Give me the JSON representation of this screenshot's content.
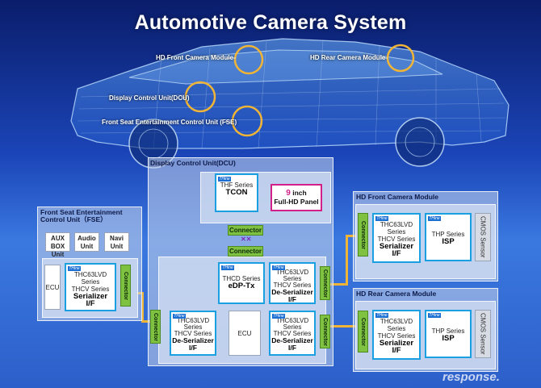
{
  "title": "Automotive Camera System",
  "car_labels": {
    "hd_front": "HD Front Camera Module",
    "hd_rear": "HD Rear Camera Module",
    "dcu": "Display Control Unit(DCU)",
    "fse": "Front Seat Entertainment Control Unit (FSE)"
  },
  "dcu_panel": {
    "title": "Display Control Unit(DCU)",
    "tcon": {
      "series": "THF Series",
      "name": "TCON",
      "tag": "THine"
    },
    "panel": {
      "size_num": "9",
      "size_unit": " inch",
      "name": "Full-HD Panel"
    },
    "connector_top": "Connector",
    "connector_bottom": "Connector",
    "edp": {
      "series": "THCD Series",
      "name": "eDP-Tx",
      "tag": "THine"
    },
    "deser1": {
      "line1": "THC63LVD",
      "line2": "Series",
      "line3": "THCV Series",
      "name1": "De-Serializer",
      "name2": "I/F",
      "tag": "THine"
    },
    "deser2": {
      "line1": "THC63LVD",
      "line2": "Series",
      "line3": "THCV Series",
      "name1": "De-Serializer",
      "name2": "I/F",
      "tag": "THine"
    },
    "deser3": {
      "line1": "THC63LVD",
      "line2": "Series",
      "line3": "THCV Series",
      "name1": "De-Serializer",
      "name2": "I/F",
      "tag": "THine"
    },
    "ecu": "ECU",
    "conn_left": "Connector",
    "conn_right1": "Connector",
    "conn_right2": "Connector"
  },
  "fse_panel": {
    "title1": "Front Seat Entertainment",
    "title2": "Control Unit（FSE）",
    "aux": {
      "l1": "AUX BOX",
      "l2": "Unit"
    },
    "audio": {
      "l1": "Audio",
      "l2": "Unit"
    },
    "navi": {
      "l1": "Navi",
      "l2": "Unit"
    },
    "ecu": "ECU",
    "ser": {
      "line1": "THC63LVD",
      "line2": "Series",
      "line3": "THCV Series",
      "name1": "Serializer",
      "name2": "I/F",
      "tag": "THine"
    },
    "connector": "Connector"
  },
  "front_cam": {
    "title": "HD Front Camera Module",
    "connector": "Connector",
    "ser": {
      "line1": "THC63LVD",
      "line2": "Series",
      "line3": "THCV Series",
      "name1": "Serializer",
      "name2": "I/F",
      "tag": "THine"
    },
    "isp": {
      "series": "THP Series",
      "name": "ISP",
      "tag": "THine"
    },
    "sensor": "CMOS Sensor"
  },
  "rear_cam": {
    "title": "HD Rear Camera Module",
    "connector": "Connector",
    "ser": {
      "line1": "THC63LVD",
      "line2": "Series",
      "line3": "THCV Series",
      "name1": "Serializer",
      "name2": "I/F",
      "tag": "THine"
    },
    "isp": {
      "series": "THP Series",
      "name": "ISP",
      "tag": "THine"
    },
    "sensor": "CMOS Sensor"
  },
  "watermark": "response."
}
